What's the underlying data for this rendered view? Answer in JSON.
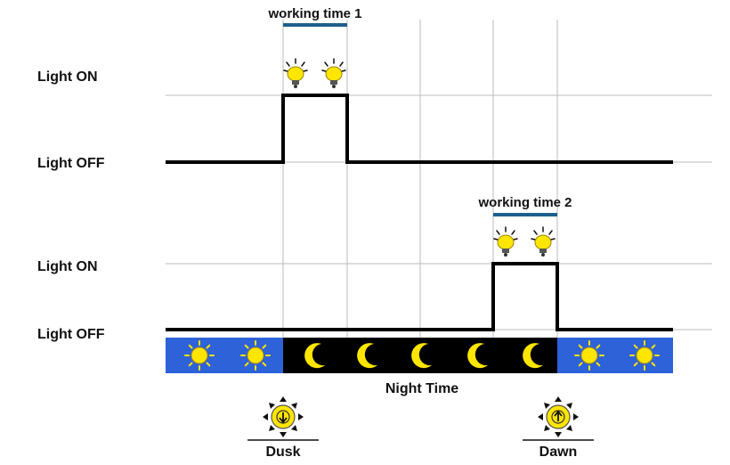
{
  "diagram": {
    "rows": [
      {
        "on_label": "Light ON",
        "off_label": "Light OFF"
      },
      {
        "on_label": "Light ON",
        "off_label": "Light OFF"
      }
    ],
    "working_time_1": "working time 1",
    "working_time_2": "working time 2",
    "night_label": "Night Time",
    "dusk_label": "Dusk",
    "dawn_label": "Dawn"
  },
  "colors": {
    "day_sky": "#2e62d8",
    "night_sky": "#000000",
    "sun": "#ffe600",
    "moon": "#ffe600",
    "bulb": "#ffe600",
    "working_bar": "#1f5f8b",
    "signal": "#000000",
    "grid": "#bbbbbb"
  },
  "icons": [
    "sun-icon",
    "moon-icon",
    "light-bulb-icon",
    "sunset-arrow-down-icon",
    "sunrise-arrow-up-icon"
  ]
}
